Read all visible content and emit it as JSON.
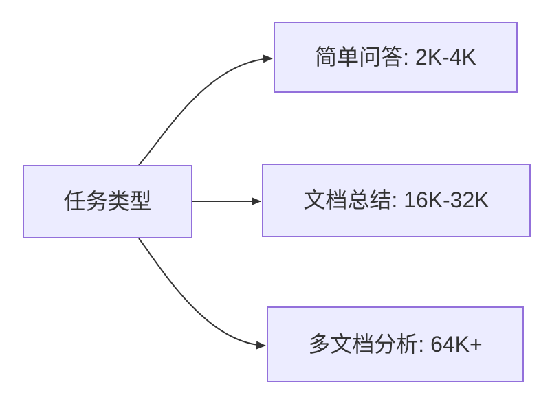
{
  "diagram": {
    "type": "flowchart",
    "direction": "left-to-right",
    "root": {
      "id": "task-type",
      "label": "任务类型"
    },
    "children": [
      {
        "id": "simple-qa",
        "label": "简单问答: 2K-4K"
      },
      {
        "id": "doc-summary",
        "label": "文档总结: 16K-32K"
      },
      {
        "id": "multi-doc",
        "label": "多文档分析: 64K+"
      }
    ],
    "edges": [
      {
        "from": "task-type",
        "to": "simple-qa"
      },
      {
        "from": "task-type",
        "to": "doc-summary"
      },
      {
        "from": "task-type",
        "to": "multi-doc"
      }
    ],
    "colors": {
      "node_fill": "#ECECFF",
      "node_border": "#9370DB",
      "edge": "#333333",
      "text": "#333333",
      "background": "#FFFFFF"
    }
  }
}
